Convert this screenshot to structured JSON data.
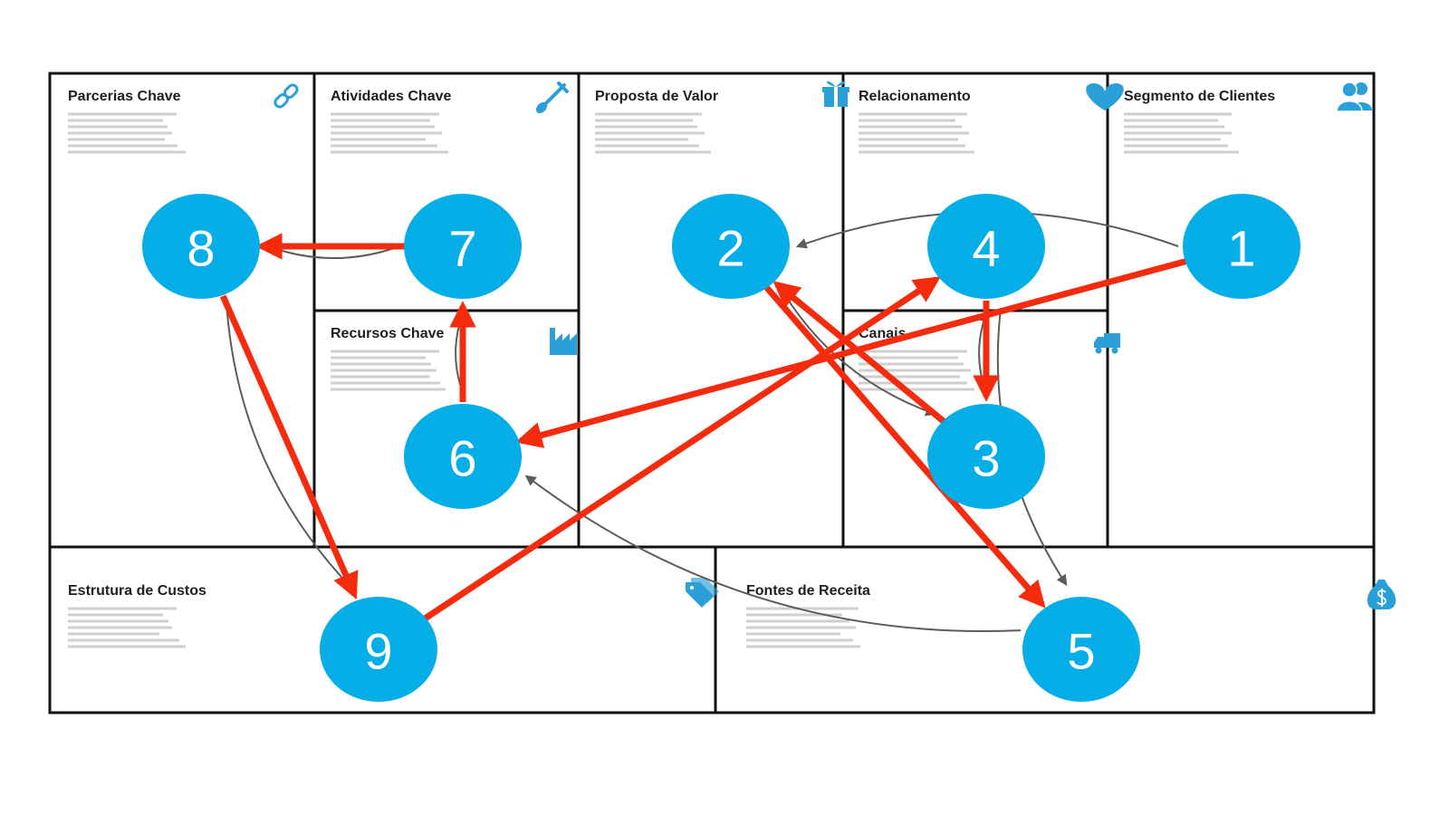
{
  "colors": {
    "node_fill": "#06aee8",
    "icon": "#2a9fd8",
    "primary_arrow": "#f52b0d",
    "secondary_arrow": "#5c5c5c",
    "border": "#111111",
    "placeholder": "#cfcfcf"
  },
  "boxes": {
    "parcerias": {
      "title": "Parcerias Chave",
      "icon": "link-icon"
    },
    "atividades": {
      "title": "Atividades Chave",
      "icon": "shovel-icon"
    },
    "recursos": {
      "title": "Recursos Chave",
      "icon": "factory-icon"
    },
    "proposta": {
      "title": "Proposta de Valor",
      "icon": "gift-icon"
    },
    "relacionamento": {
      "title": "Relacionamento",
      "icon": "heart-icon"
    },
    "canais": {
      "title": "Canais",
      "icon": "truck-icon"
    },
    "segmento": {
      "title": "Segmento de Clientes",
      "icon": "users-icon"
    },
    "custos": {
      "title": "Estrutura de Custos",
      "icon": "price-tags-icon"
    },
    "receita": {
      "title": "Fontes de Receita",
      "icon": "money-bag-icon"
    }
  },
  "nodes": [
    {
      "id": "1",
      "label": "1"
    },
    {
      "id": "2",
      "label": "2"
    },
    {
      "id": "3",
      "label": "3"
    },
    {
      "id": "4",
      "label": "4"
    },
    {
      "id": "5",
      "label": "5"
    },
    {
      "id": "6",
      "label": "6"
    },
    {
      "id": "7",
      "label": "7"
    },
    {
      "id": "8",
      "label": "8"
    },
    {
      "id": "9",
      "label": "9"
    }
  ],
  "primary_flow": [
    {
      "from": "1",
      "to": "6"
    },
    {
      "from": "6",
      "to": "7"
    },
    {
      "from": "7",
      "to": "8"
    },
    {
      "from": "8",
      "to": "9"
    },
    {
      "from": "9",
      "to": "4"
    },
    {
      "from": "4",
      "to": "3"
    },
    {
      "from": "3",
      "to": "2"
    },
    {
      "from": "2",
      "to": "5"
    }
  ],
  "secondary_flow": [
    {
      "from": "1",
      "to": "2"
    },
    {
      "from": "7",
      "to": "8"
    },
    {
      "from": "8",
      "to": "9"
    },
    {
      "from": "6",
      "to": "7"
    },
    {
      "from": "2",
      "to": "3"
    },
    {
      "from": "3",
      "to": "4"
    },
    {
      "from": "4",
      "to": "5"
    },
    {
      "from": "5",
      "to": "6"
    }
  ]
}
